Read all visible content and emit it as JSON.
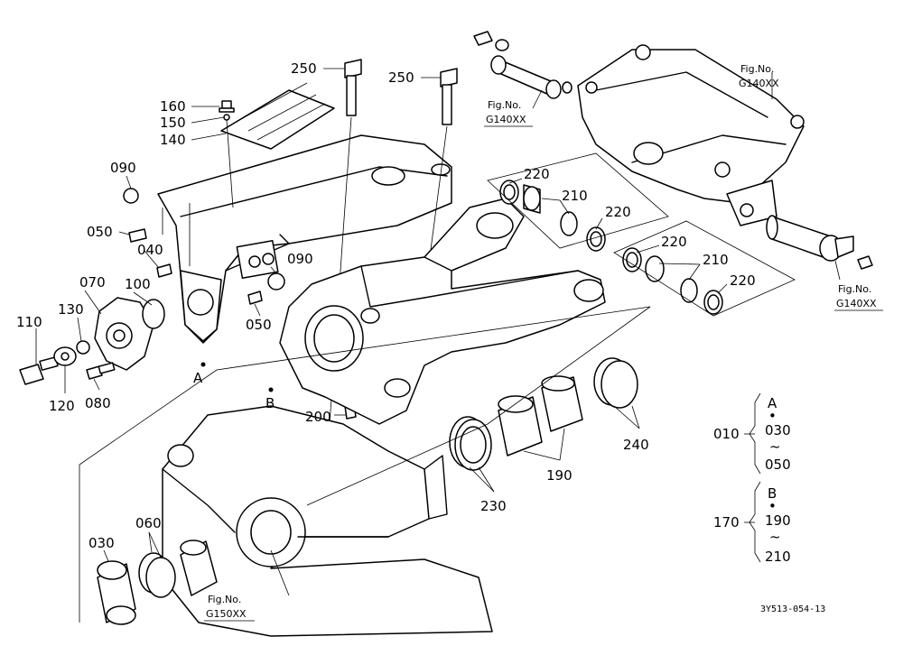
{
  "parts": {
    "p250a": "250",
    "p250b": "250",
    "p160": "160",
    "p150": "150",
    "p140": "140",
    "p090a": "090",
    "p090b": "090",
    "p050a": "050",
    "p050b": "050",
    "p040": "040",
    "p070": "070",
    "p100": "100",
    "p110": "110",
    "p130": "130",
    "p120": "120",
    "p080": "080",
    "p200": "200",
    "p220a": "220",
    "p220b": "220",
    "p220c": "220",
    "p220d": "220",
    "p210a": "210",
    "p210b": "210",
    "p240": "240",
    "p190": "190",
    "p230": "230",
    "p030": "030",
    "p060": "060",
    "p010": "010",
    "p170": "170"
  },
  "refs": {
    "A": "A",
    "B": "B",
    "fig": "Fig.No.",
    "g140": "G140XX",
    "g150": "G150XX"
  },
  "legend": {
    "a_top": "A",
    "a_from": "030",
    "a_to": "050",
    "b_top": "B",
    "b_from": "190",
    "b_to": "210",
    "tilde": "~",
    "dot": "•"
  },
  "drawing_code": "3Y513-054-13"
}
